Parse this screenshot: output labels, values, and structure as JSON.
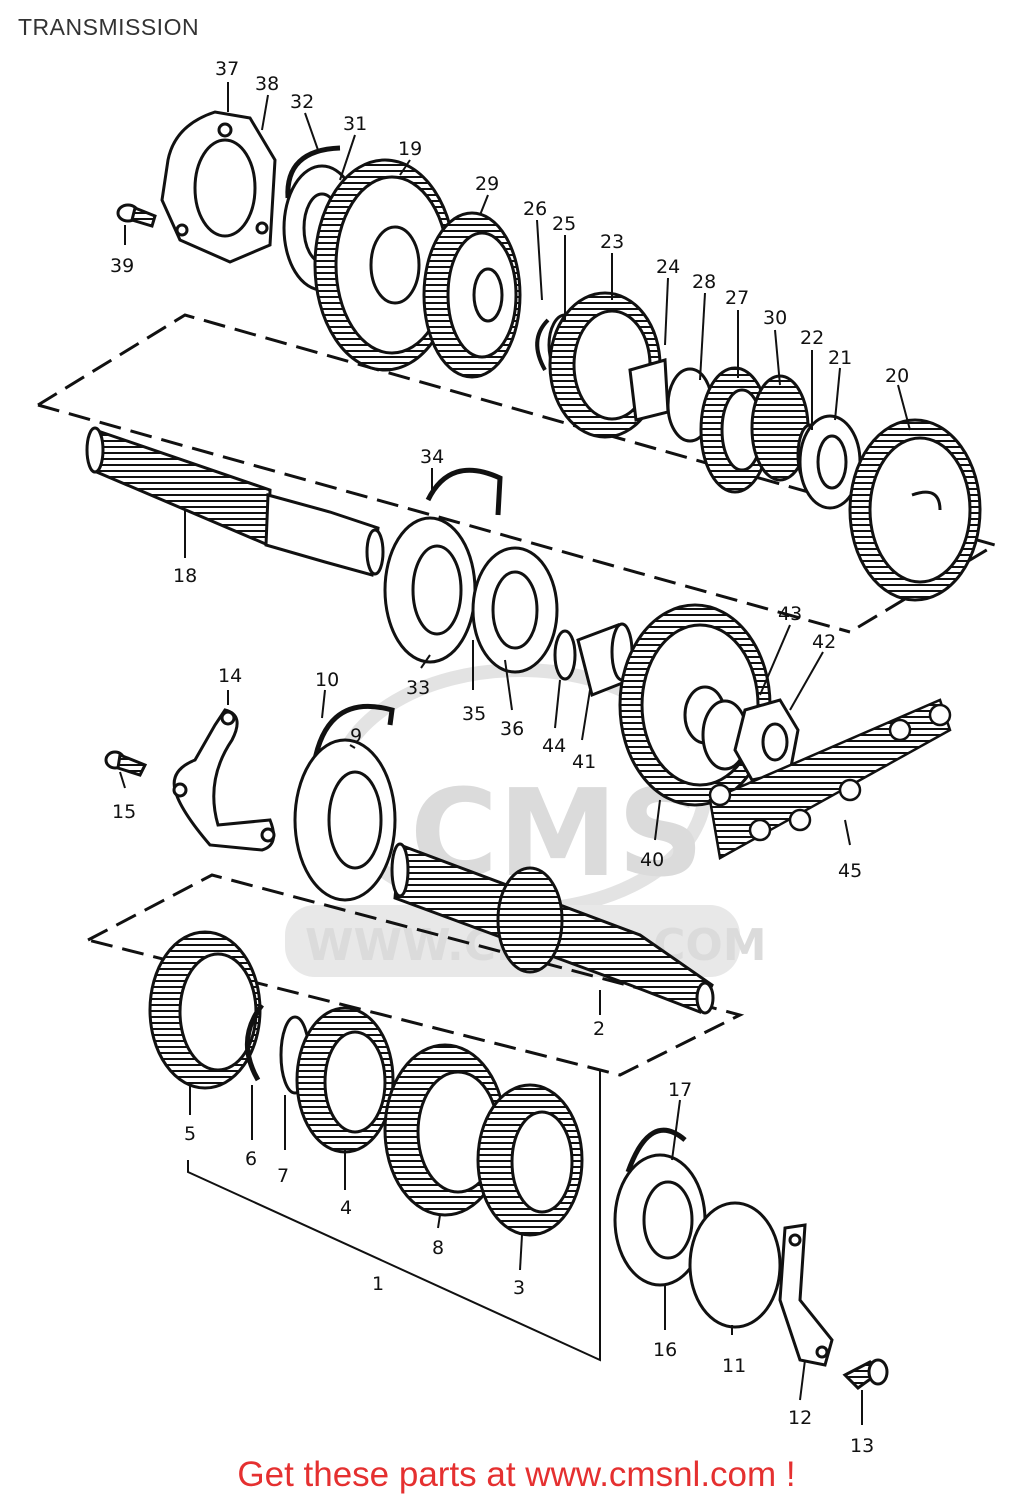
{
  "title": "TRANSMISSION",
  "footer": "Get these parts at www.cmsnl.com !",
  "watermark": {
    "logo_text": "CMS",
    "url_text": "WWW.CMSNL.COM"
  },
  "parts": [
    {
      "label": "37",
      "icon": "case-plate-icon"
    },
    {
      "label": "38",
      "icon": "gasket-icon"
    },
    {
      "label": "32",
      "icon": "circlip-icon"
    },
    {
      "label": "31",
      "icon": "bearing-icon"
    },
    {
      "label": "19",
      "icon": "gear-icon"
    },
    {
      "label": "29",
      "icon": "gear-icon"
    },
    {
      "label": "26",
      "icon": "circlip-icon"
    },
    {
      "label": "25",
      "icon": "washer-icon"
    },
    {
      "label": "23",
      "icon": "gear-icon"
    },
    {
      "label": "24",
      "icon": "bushing-icon"
    },
    {
      "label": "28",
      "icon": "washer-icon"
    },
    {
      "label": "27",
      "icon": "gear-icon"
    },
    {
      "label": "30",
      "icon": "gear-icon"
    },
    {
      "label": "22",
      "icon": "washer-icon"
    },
    {
      "label": "21",
      "icon": "bearing-icon"
    },
    {
      "label": "20",
      "icon": "gear-icon"
    },
    {
      "label": "39",
      "icon": "screw-icon"
    },
    {
      "label": "18",
      "icon": "countershaft-icon"
    },
    {
      "label": "34",
      "icon": "circlip-icon"
    },
    {
      "label": "33",
      "icon": "bearing-icon"
    },
    {
      "label": "35",
      "icon": "seal-icon"
    },
    {
      "label": "36",
      "icon": "ring-icon"
    },
    {
      "label": "44",
      "icon": "o-ring-icon"
    },
    {
      "label": "41",
      "icon": "spacer-icon"
    },
    {
      "label": "40",
      "icon": "sprocket-icon"
    },
    {
      "label": "43",
      "icon": "lock-washer-icon"
    },
    {
      "label": "42",
      "icon": "nut-icon"
    },
    {
      "label": "45",
      "icon": "chain-icon"
    },
    {
      "label": "14",
      "icon": "retainer-icon"
    },
    {
      "label": "10",
      "icon": "circlip-icon"
    },
    {
      "label": "9",
      "icon": "bearing-icon"
    },
    {
      "label": "15",
      "icon": "screw-icon"
    },
    {
      "label": "2",
      "icon": "driveshaft-icon"
    },
    {
      "label": "5",
      "icon": "gear-icon"
    },
    {
      "label": "6",
      "icon": "circlip-icon"
    },
    {
      "label": "7",
      "icon": "washer-icon"
    },
    {
      "label": "4",
      "icon": "gear-icon"
    },
    {
      "label": "8",
      "icon": "gear-icon"
    },
    {
      "label": "3",
      "icon": "gear-icon"
    },
    {
      "label": "1",
      "icon": "gear-set-bracket-icon"
    },
    {
      "label": "17",
      "icon": "circlip-icon"
    },
    {
      "label": "16",
      "icon": "bearing-icon"
    },
    {
      "label": "11",
      "icon": "cover-icon"
    },
    {
      "label": "12",
      "icon": "retainer-icon"
    },
    {
      "label": "13",
      "icon": "screw-icon"
    }
  ]
}
